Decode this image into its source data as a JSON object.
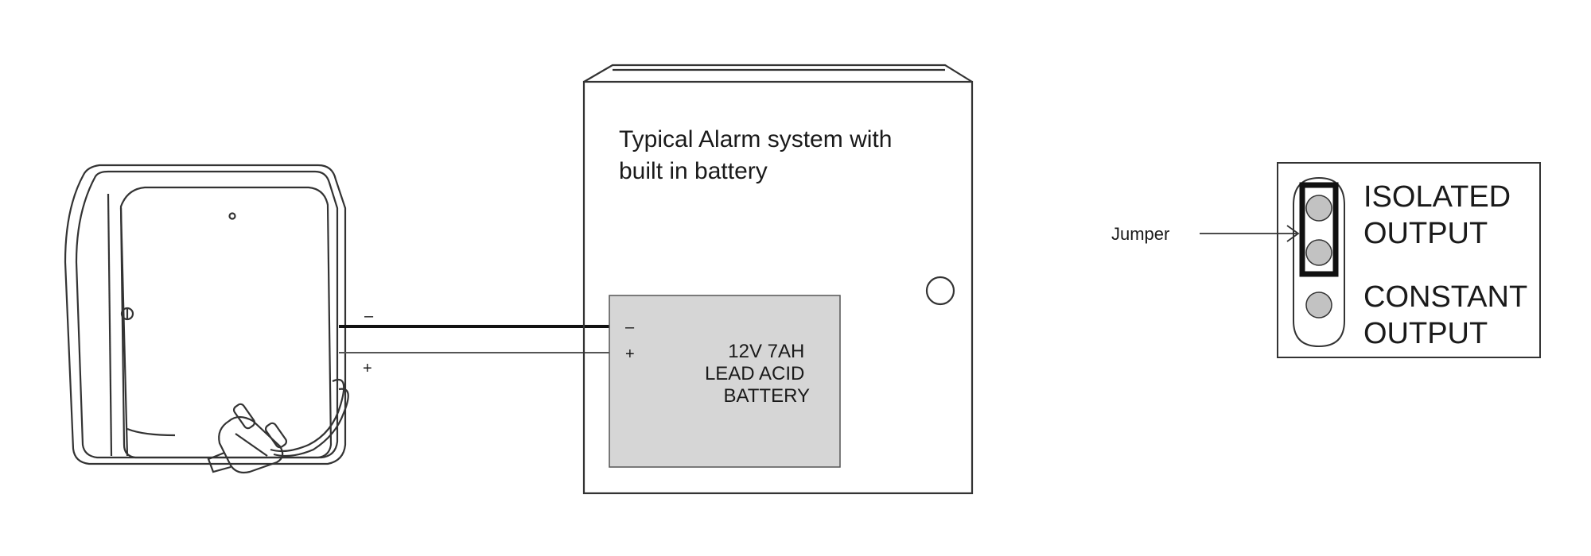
{
  "alarm_panel": {
    "title_line1": "Typical Alarm system with",
    "title_line2": "built in battery"
  },
  "battery": {
    "line1": "12V 7AH",
    "line2": "LEAD ACID",
    "line3": "BATTERY",
    "terminal_negative": "–",
    "terminal_positive": "+"
  },
  "wires": {
    "negative_label": "–",
    "positive_label": "+"
  },
  "jumper_panel": {
    "jumper_label": "Jumper",
    "isolated_line1": "ISOLATED",
    "isolated_line2": "OUTPUT",
    "constant_line1": "CONSTANT",
    "constant_line2": "OUTPUT"
  },
  "colors": {
    "stroke": "#333333",
    "battery_fill": "#d6d6d6",
    "pin_fill": "#c2c2c2"
  }
}
